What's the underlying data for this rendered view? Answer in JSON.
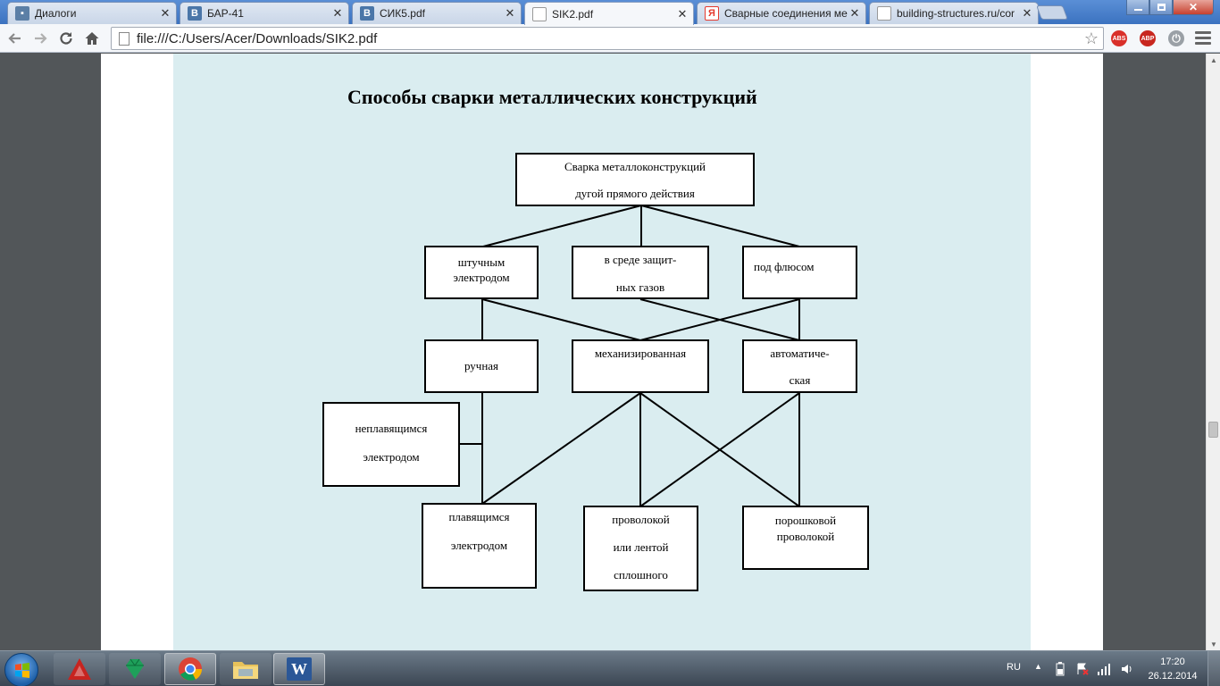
{
  "browser": {
    "tabs": [
      {
        "title": "Диалоги",
        "favicon": "message-icon",
        "favicon_color": "#5b7fa6",
        "active": false
      },
      {
        "title": "БАР-41",
        "favicon": "vk-icon",
        "favicon_color": "#4a76a8",
        "active": false
      },
      {
        "title": "СИК5.pdf",
        "favicon": "vk-icon",
        "favicon_color": "#4a76a8",
        "active": false
      },
      {
        "title": "SIK2.pdf",
        "favicon": "page-icon",
        "favicon_color": "#ffffff",
        "active": true
      },
      {
        "title": "Сварные соединения ме",
        "favicon": "yandex-icon",
        "favicon_color": "#e53a2f",
        "active": false
      },
      {
        "title": "building-structures.ru/cor",
        "favicon": "page-icon",
        "favicon_color": "#ffffff",
        "active": false
      }
    ],
    "favicon_letters": {
      "vk": "B",
      "yandex": "Я"
    },
    "close_glyph": "✕",
    "url": "file:///C:/Users/Acer/Downloads/SIK2.pdf",
    "extensions": [
      {
        "name": "abs-extension-icon",
        "label": "ABS",
        "color": "#d9302a"
      },
      {
        "name": "adblock-plus-icon",
        "label": "ABP",
        "color": "#c8271f"
      },
      {
        "name": "power-extension-icon",
        "label": "",
        "color": "#9aa0a6"
      }
    ]
  },
  "document": {
    "title": "Способы сварки металлических конструкций",
    "nodes": {
      "root": [
        "Сварка металлоконструкций",
        "дугой прямого действия"
      ],
      "stick_electrode": [
        "штучным",
        "электродом"
      ],
      "shielding_gas": [
        "в среде защит-",
        "ных газов"
      ],
      "flux": [
        "под флюсом"
      ],
      "manual": [
        "ручная"
      ],
      "mechanized": [
        "механизированная"
      ],
      "automatic": [
        "автоматиче-",
        "ская"
      ],
      "non_consumable": [
        "неплавящимся",
        "электродом"
      ],
      "consumable": [
        "плавящимся",
        "электродом"
      ],
      "solid_wire": [
        "проволокой",
        "или лентой",
        "сплошного"
      ],
      "flux_cored": [
        "порошковой",
        "проволокой"
      ]
    }
  },
  "taskbar": {
    "apps": [
      {
        "name": "autocad-taskbar-button",
        "color": "#c7241f",
        "state": "pinned"
      },
      {
        "name": "sketchup-taskbar-button",
        "color": "#1ea05a",
        "state": "pinned"
      },
      {
        "name": "chrome-taskbar-button",
        "color": "#db4437",
        "state": "open"
      },
      {
        "name": "explorer-taskbar-button",
        "color": "#e8c25a",
        "state": "pinned"
      },
      {
        "name": "word-taskbar-button",
        "color": "#2b5797",
        "state": "open"
      }
    ],
    "word_letter": "W",
    "language": "RU",
    "time": "17:20",
    "date": "26.12.2014"
  }
}
